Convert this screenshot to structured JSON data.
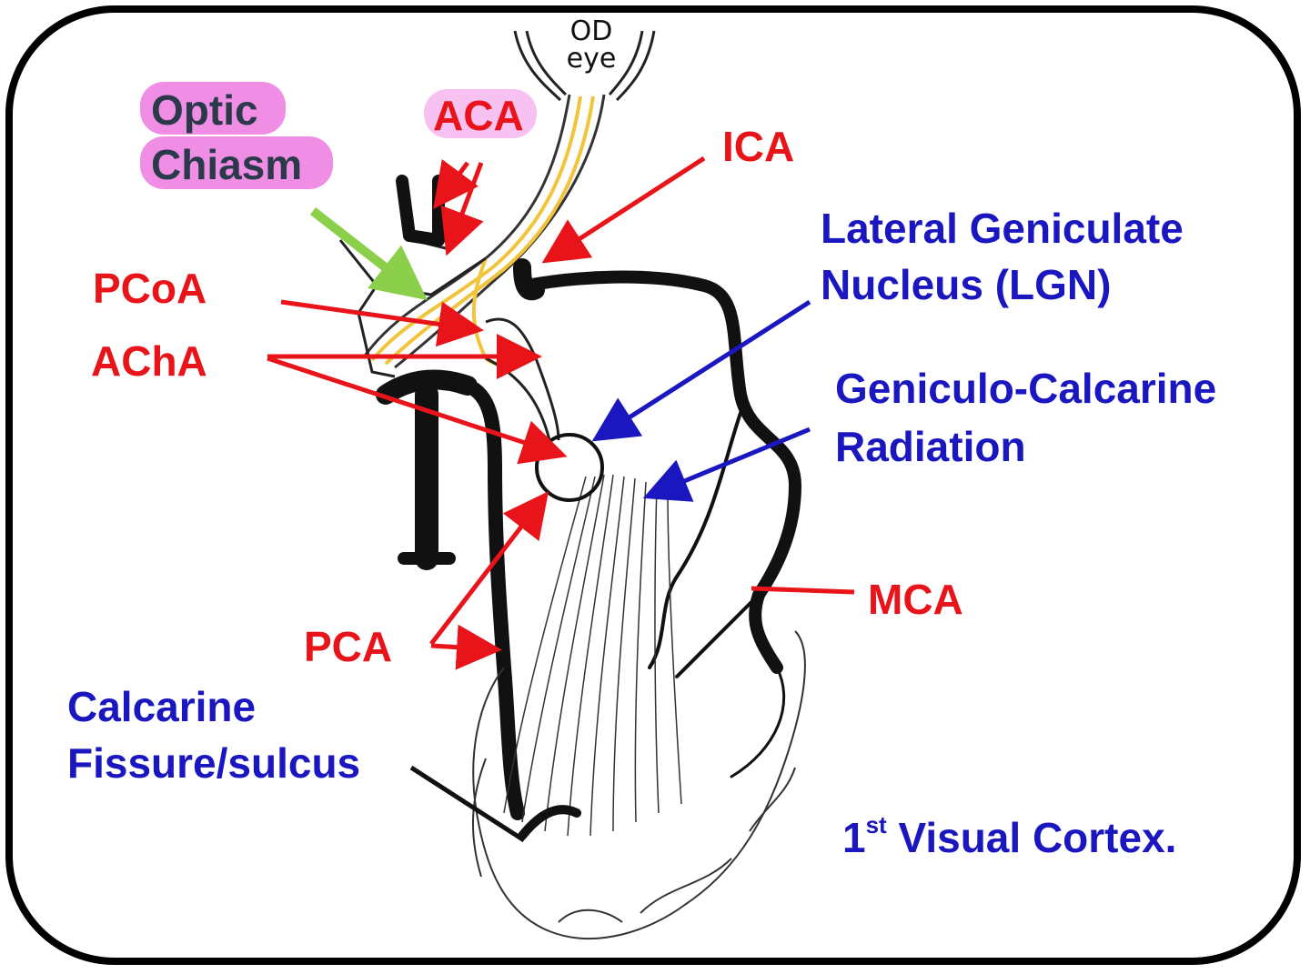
{
  "eye_label": {
    "line1": "OD",
    "line2": "eye"
  },
  "labels": {
    "optic_chiasm": {
      "line1": "Optic",
      "line2": "Chiasm"
    },
    "aca": "ACA",
    "ica": "ICA",
    "pcoa": "PCoA",
    "acha": "AChA",
    "lgn": {
      "line1": "Lateral Geniculate",
      "line2": "Nucleus (LGN)"
    },
    "radiation": {
      "line1": "Geniculo-Calcarine",
      "line2": "Radiation"
    },
    "mca": "MCA",
    "pca": "PCA",
    "calcarine": {
      "line1": "Calcarine",
      "line2": "Fissure/sulcus"
    },
    "cortex": {
      "ordinal": "1",
      "suffix": "st",
      "text": " Visual Cortex."
    }
  },
  "colors": {
    "artery_label": "#e8141a",
    "neural_label": "#1a16c0",
    "chiasm_highlight": "#f08ee6",
    "optic_nerve": "#f2c43c",
    "green_arrow": "#8ccf4a"
  }
}
